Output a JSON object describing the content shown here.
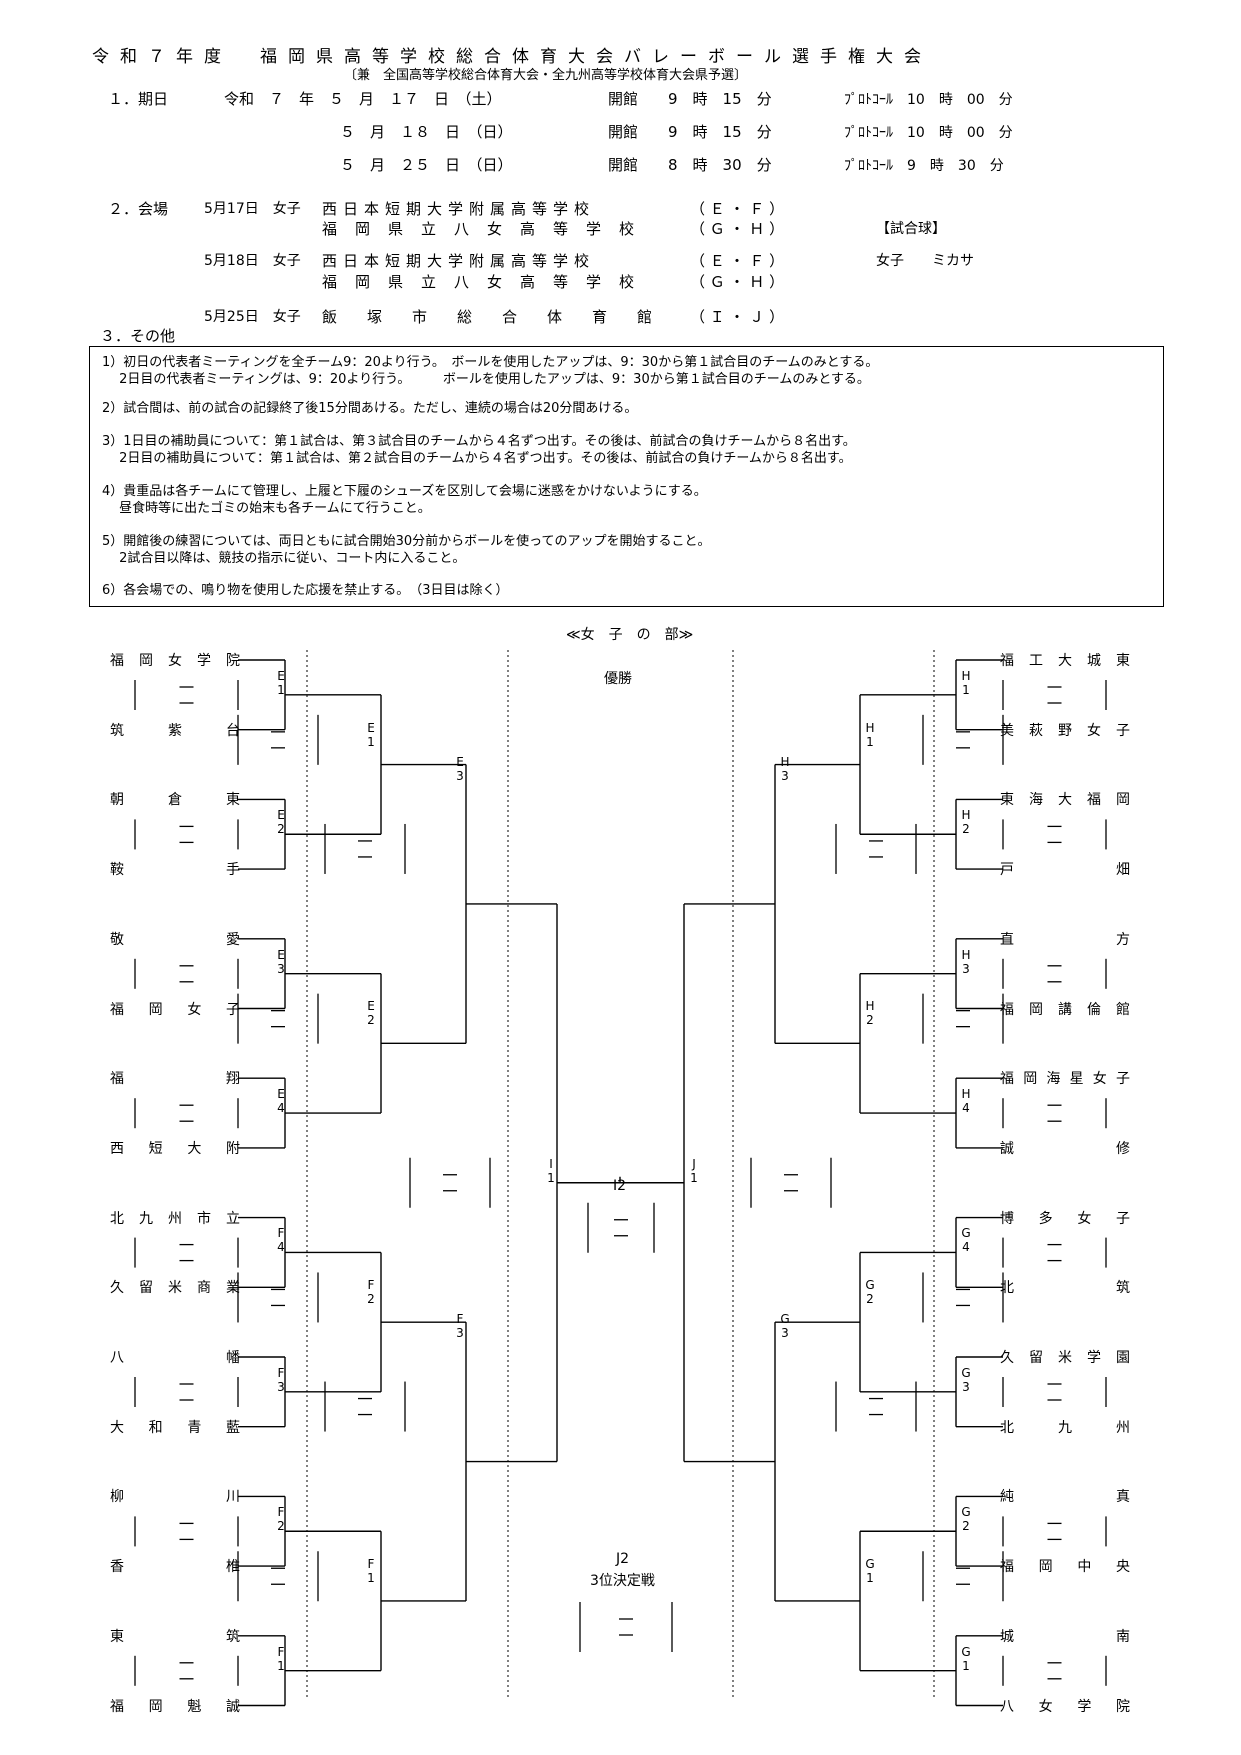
{
  "title": "令和７年度　福岡県高等学校総合体育大会バレーボール選手権大会",
  "subtitle": "〔兼　全国高等学校総合体育大会・全九州高等学校体育大会県予選〕",
  "schedule": {
    "label": "１．期日",
    "rows": [
      {
        "date": "令和　７　年　５　月　１７　日　（土）",
        "open": "開館　　9　時　15　分",
        "protocol": "ﾌﾟﾛﾄｺｰﾙ　10　時　00　分"
      },
      {
        "date": "５　月　１８　日　（日）",
        "open": "開館　　9　時　15　分",
        "protocol": "ﾌﾟﾛﾄｺｰﾙ　10　時　00　分"
      },
      {
        "date": "５　月　２５　日　（日）",
        "open": "開館　　8　時　30　分",
        "protocol": "ﾌﾟﾛﾄｺｰﾙ　9　時　30　分"
      }
    ]
  },
  "venue": {
    "label": "２．会場",
    "rows": [
      {
        "day": "5月17日　女子",
        "place": "西日本短期大学附属高等学校",
        "courts": "（ Ｅ ・ Ｆ ）"
      },
      {
        "day": "",
        "place": "福岡県立八女高等学校",
        "courts": "（ Ｇ ・ Ｈ ）"
      },
      {
        "day": "5月18日　女子",
        "place": "西日本短期大学附属高等学校",
        "courts": "（ Ｅ ・ Ｆ ）"
      },
      {
        "day": "",
        "place": "福岡県立八女高等学校",
        "courts": "（ Ｇ ・ Ｈ ）"
      },
      {
        "day": "5月25日　女子",
        "place": "飯塚市総合体育館",
        "courts": "（ Ｉ ・ Ｊ ）"
      }
    ],
    "ball_label": "【試合球】",
    "ball": "女子　　ミカサ"
  },
  "other_label": "３．その他",
  "notes": [
    "1）初日の代表者ミーティングを全チーム9：20より行う。　ボールを使用したアップは、9：30から第１試合目のチームのみとする。",
    "　 2日目の代表者ミーティングは、9：20より行う。　　　ボールを使用したアップは、9：30から第１試合目のチームのみとする。",
    "2）試合間は、前の試合の記録終了後15分間あける。ただし、連続の場合は20分間あける。",
    "3）1日目の補助員について：第１試合は、第３試合目のチームから４名ずつ出す。その後は、前試合の負けチームから８名出す。",
    "　 2日目の補助員について：第１試合は、第２試合目のチームから４名ずつ出す。その後は、前試合の負けチームから８名出す。",
    "4）貴重品は各チームにて管理し、上履と下履のシューズを区別して会場に迷惑をかけないようにする。",
    "　 昼食時等に出たゴミの始末も各チームにて行うこと。",
    "5）開館後の練習については、両日ともに試合開始30分前からボールを使ってのアップを開始すること。",
    "　 2試合目以降は、競技の指示に従い、コート内に入ること。",
    "6）各会場での、鳴り物を使用した応援を禁止する。　（3日目は除く）"
  ],
  "division": "≪女　子　の　部≫",
  "champion": "優勝",
  "third_place": {
    "code": "J2",
    "label": "3位決定戦"
  },
  "final_codes": {
    "left": "I\n1",
    "center": "I2",
    "right": "J\n1"
  },
  "left_teams": [
    "福岡女学院",
    "筑紫台",
    "朝倉東",
    "鞍手",
    "敬愛",
    "福岡女子",
    "福翔",
    "西短大附",
    "北九州市立",
    "久留米商業",
    "八幡",
    "大和青藍",
    "柳川",
    "香椎",
    "東筑",
    "福岡魁誠"
  ],
  "right_teams": [
    "福工大城東",
    "美萩野女子",
    "東海大福岡",
    "戸畑",
    "直方",
    "福岡講倫館",
    "福岡海星女子",
    "誠修",
    "博多女子",
    "北筑",
    "久留米学園",
    "北九州",
    "純真",
    "福岡中央",
    "城南",
    "八女学院"
  ],
  "left_codes_r1": [
    "E\n1",
    "E\n2",
    "E\n3",
    "E\n4",
    "F\n4",
    "F\n3",
    "F\n2",
    "F\n1"
  ],
  "left_codes_r2": [
    "E\n1",
    "E\n2",
    "F\n2",
    "F\n1"
  ],
  "left_codes_r3": [
    "E\n3",
    "F\n3"
  ],
  "right_codes_r1": [
    "H\n1",
    "H\n2",
    "H\n3",
    "H\n4",
    "G\n4",
    "G\n3",
    "G\n2",
    "G\n1"
  ],
  "right_codes_r2": [
    "H\n1",
    "H\n2",
    "G\n2",
    "G\n1"
  ],
  "right_codes_r3": [
    "H\n3",
    "G\n3"
  ]
}
